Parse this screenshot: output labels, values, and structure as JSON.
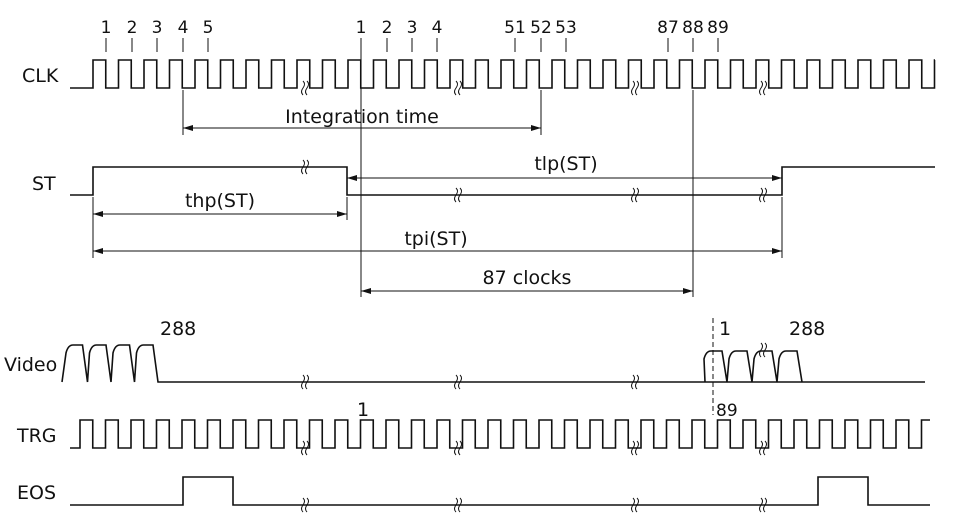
{
  "signals": {
    "clk": "CLK",
    "st": "ST",
    "video": "Video",
    "trg": "TRG",
    "eos": "EOS"
  },
  "clk_labels": [
    "1",
    "2",
    "3",
    "4",
    "5",
    "1",
    "2",
    "3",
    "4",
    "51",
    "52",
    "53",
    "87",
    "88",
    "89"
  ],
  "annotations": {
    "integration": "Integration time",
    "tlp": "tlp(ST)",
    "thp": "thp(ST)",
    "tpi": "tpi(ST)",
    "clocks": "87 clocks",
    "video_first_end": "288",
    "video_second_start": "1",
    "video_second_end": "288",
    "trg_1": "1",
    "trg_89": "89"
  }
}
